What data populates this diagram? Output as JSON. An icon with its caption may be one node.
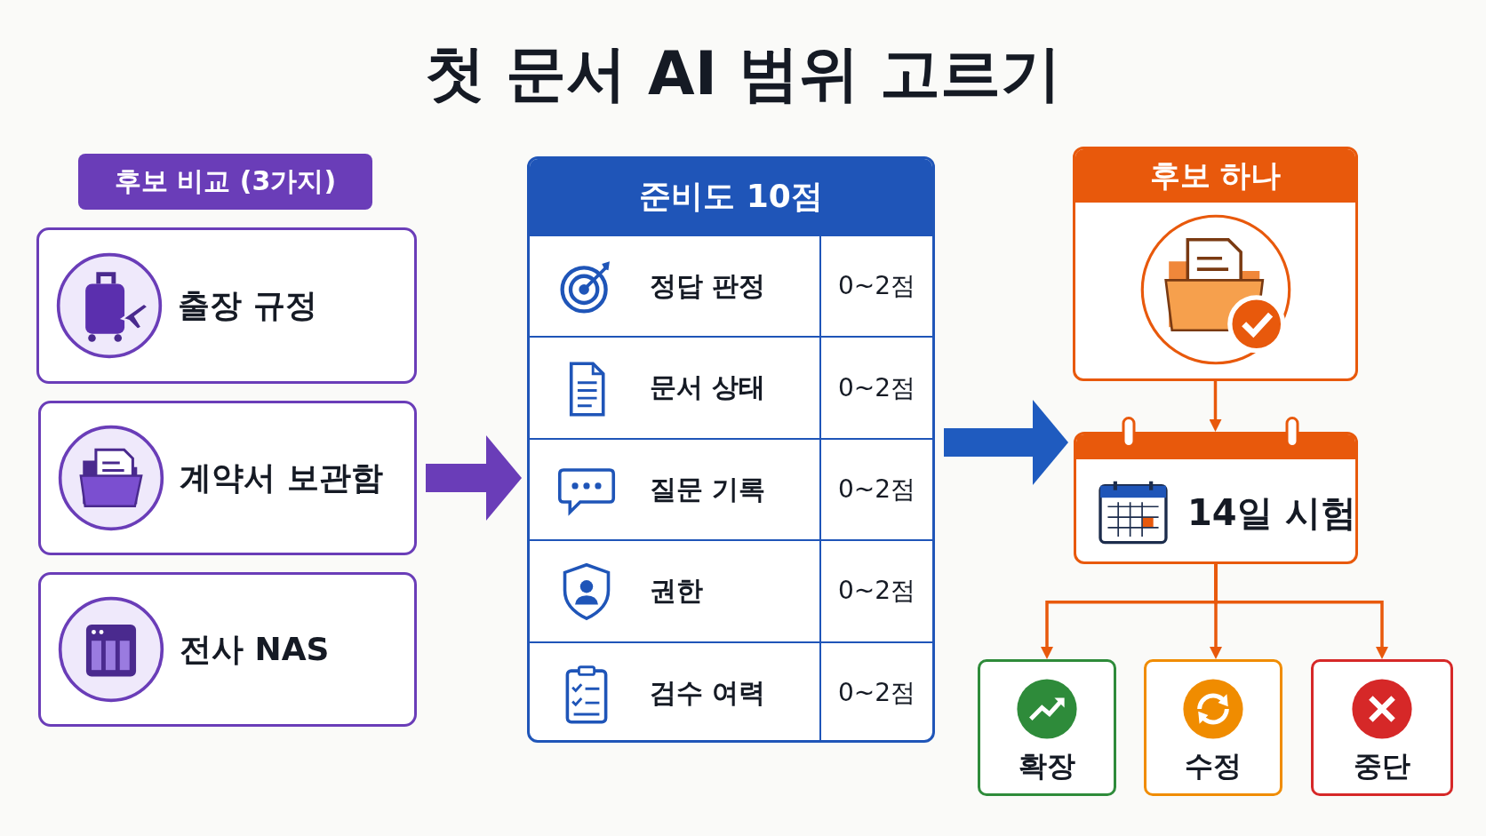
{
  "diagram": {
    "title": "첫 문서 AI 범위 고르기",
    "nodes": [
      {
        "text": [
          "후보 비교 (3가지)"
        ]
      },
      {
        "text": [
          "출장 규정"
        ]
      },
      {
        "text": [
          "계약서 보관함"
        ]
      },
      {
        "text": [
          "전사 NAS"
        ]
      },
      {
        "text": [
          "준비도 10점"
        ]
      },
      {
        "text": [
          "정답 판정",
          "0~2점"
        ],
        "in": 4
      },
      {
        "text": [
          "문서 상태",
          "0~2점"
        ],
        "in": 4
      },
      {
        "text": [
          "질문 기록",
          "0~2점"
        ],
        "in": 4
      },
      {
        "text": [
          "권한",
          "0~2점"
        ],
        "in": 4
      },
      {
        "text": [
          "검수 여력",
          "0~2점"
        ],
        "in": 4
      },
      {
        "text": [
          "후보 하나"
        ]
      },
      {
        "text": [
          "14일 시험"
        ]
      },
      {
        "text": [
          "확장"
        ]
      },
      {
        "text": [
          "수정"
        ]
      },
      {
        "text": [
          "중단"
        ]
      }
    ],
    "edges": [
      {
        "from": 2,
        "to": 4,
        "arrow": "to",
        "style": "thick",
        "color": "#6a3db8"
      },
      {
        "from": 4,
        "to": 11,
        "arrow": "to",
        "style": "thick",
        "color": "#1f5bbf"
      },
      {
        "from": 10,
        "to": 11,
        "arrow": "to"
      },
      {
        "from": 11,
        "to": 12,
        "arrow": "to"
      },
      {
        "from": 11,
        "to": 13,
        "arrow": "to"
      },
      {
        "from": 11,
        "to": 14,
        "arrow": "to"
      }
    ]
  }
}
